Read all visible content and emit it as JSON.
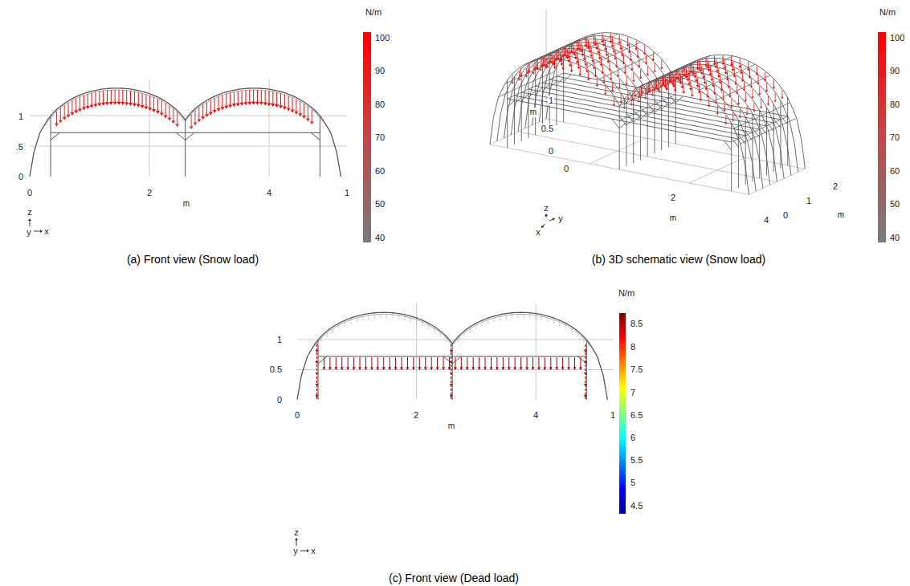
{
  "diagram": {
    "labels": [
      "N/m",
      "100",
      "90",
      "80",
      "70",
      "60",
      "50",
      "40",
      "1",
      ".5",
      "0",
      "0",
      "2",
      "4",
      "1",
      "m",
      "z",
      "y",
      "x",
      "(a) Front view (Snow load)",
      "N/m",
      "100",
      "90",
      "80",
      "70",
      "60",
      "50",
      "40",
      "1",
      "0.5",
      "0",
      "m",
      "0",
      "2",
      "4",
      "m",
      "0",
      "1",
      "2",
      "m",
      "z",
      "y",
      "x",
      "(b) 3D schematic view (Snow load)",
      "N/m",
      "8.5",
      "8",
      "7.5",
      "7",
      "6.5",
      "6",
      "5.5",
      "5",
      "4.5",
      "1",
      "0.5",
      "0",
      "0",
      "2",
      "4",
      "1",
      "m",
      "z",
      "y",
      "x",
      "(c) Front view (Dead load)"
    ]
  }
}
